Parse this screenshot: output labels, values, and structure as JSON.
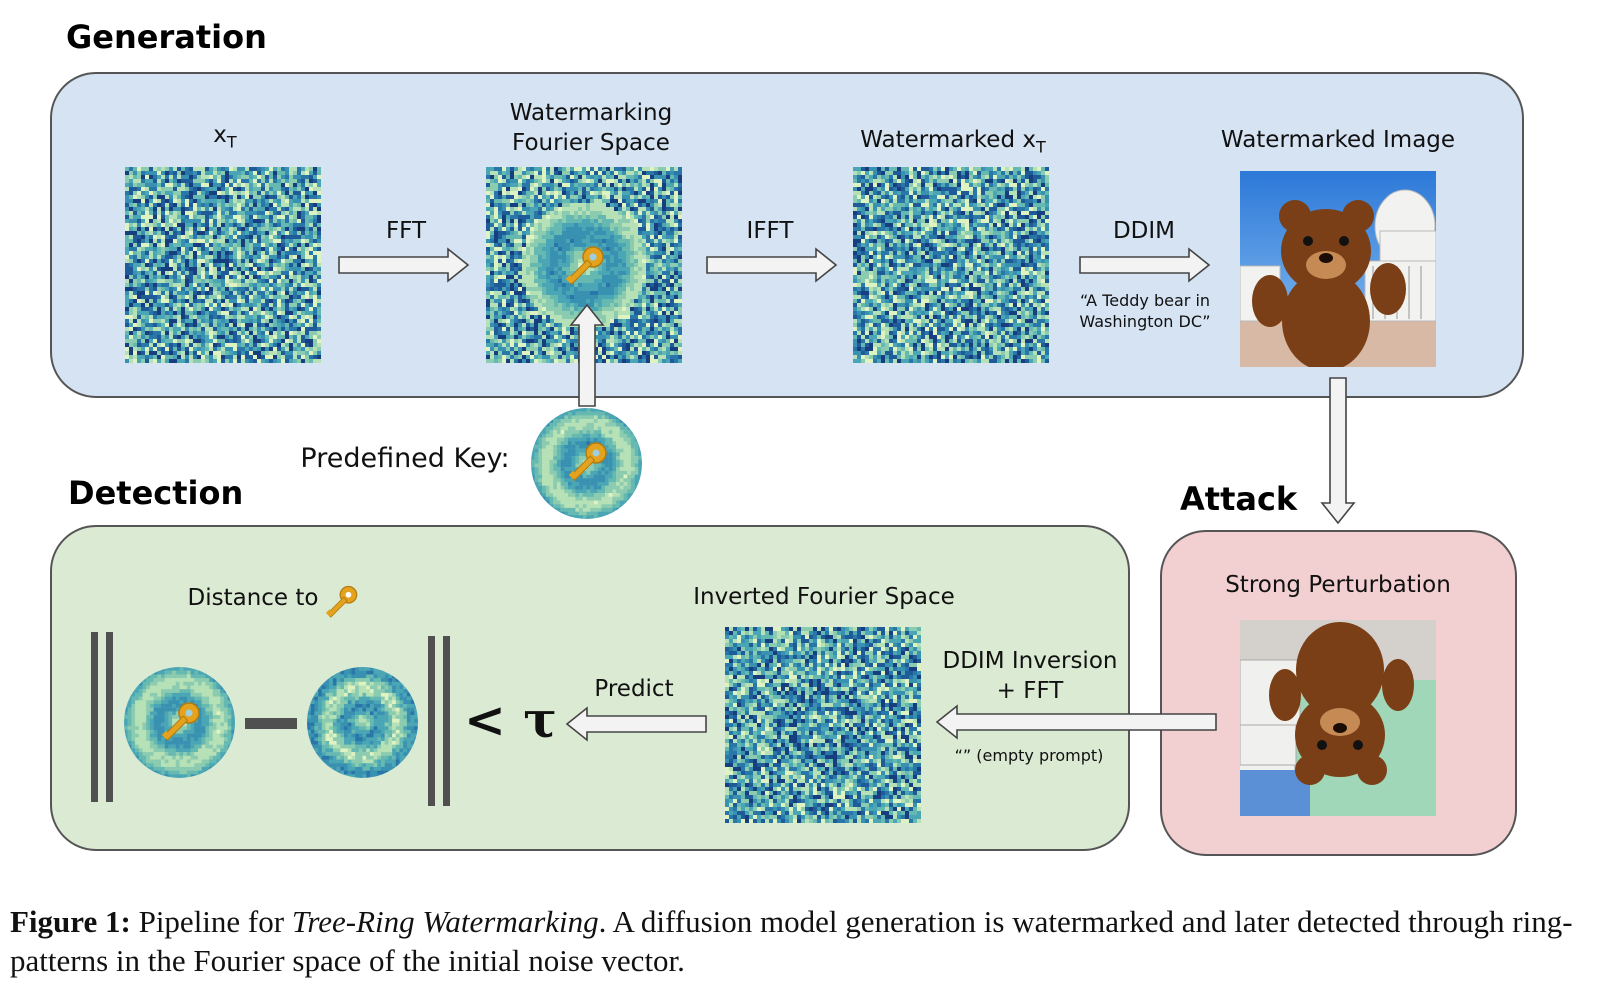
{
  "sections": {
    "generation": "Generation",
    "detection": "Detection",
    "attack": "Attack"
  },
  "generation": {
    "xt_label": "x",
    "xt_sub": "T",
    "fourier_label_line1": "Watermarking",
    "fourier_label_line2": "Fourier Space",
    "watermarked_xt_label": "Watermarked x",
    "watermarked_xt_sub": "T",
    "image_label": "Watermarked Image",
    "fft_label": "FFT",
    "ifft_label": "IFFT",
    "ddim_label": "DDIM",
    "prompt_line1": "“A Teddy bear in",
    "prompt_line2": "Washington DC”"
  },
  "key": {
    "label": "Predefined Key:"
  },
  "attack": {
    "label": "Strong Perturbation"
  },
  "detection": {
    "distance_label": "Distance to",
    "inverted_label": "Inverted Fourier Space",
    "predict_label": "Predict",
    "inversion_line1": "DDIM Inversion",
    "inversion_line2": "+ FFT",
    "empty_prompt": "“” (empty prompt)",
    "threshold": "< τ"
  },
  "caption": {
    "figure": "Figure 1:",
    "text_before": " Pipeline for ",
    "method": "Tree-Ring Watermarking",
    "text_after": ". A diffusion model generation is watermarked and later detected through ring-patterns in the Fourier space of the initial noise vector."
  },
  "colors": {
    "generation_panel": "#d5e3f3",
    "detection_panel": "#dbead3",
    "attack_panel": "#f2cfd1",
    "noise_dark": "#1f4f8c",
    "noise_mid": "#3c93b3",
    "noise_light": "#bfe6b8",
    "arrow_fill": "#f3f3f3",
    "key_gold": "#e4a21e"
  }
}
